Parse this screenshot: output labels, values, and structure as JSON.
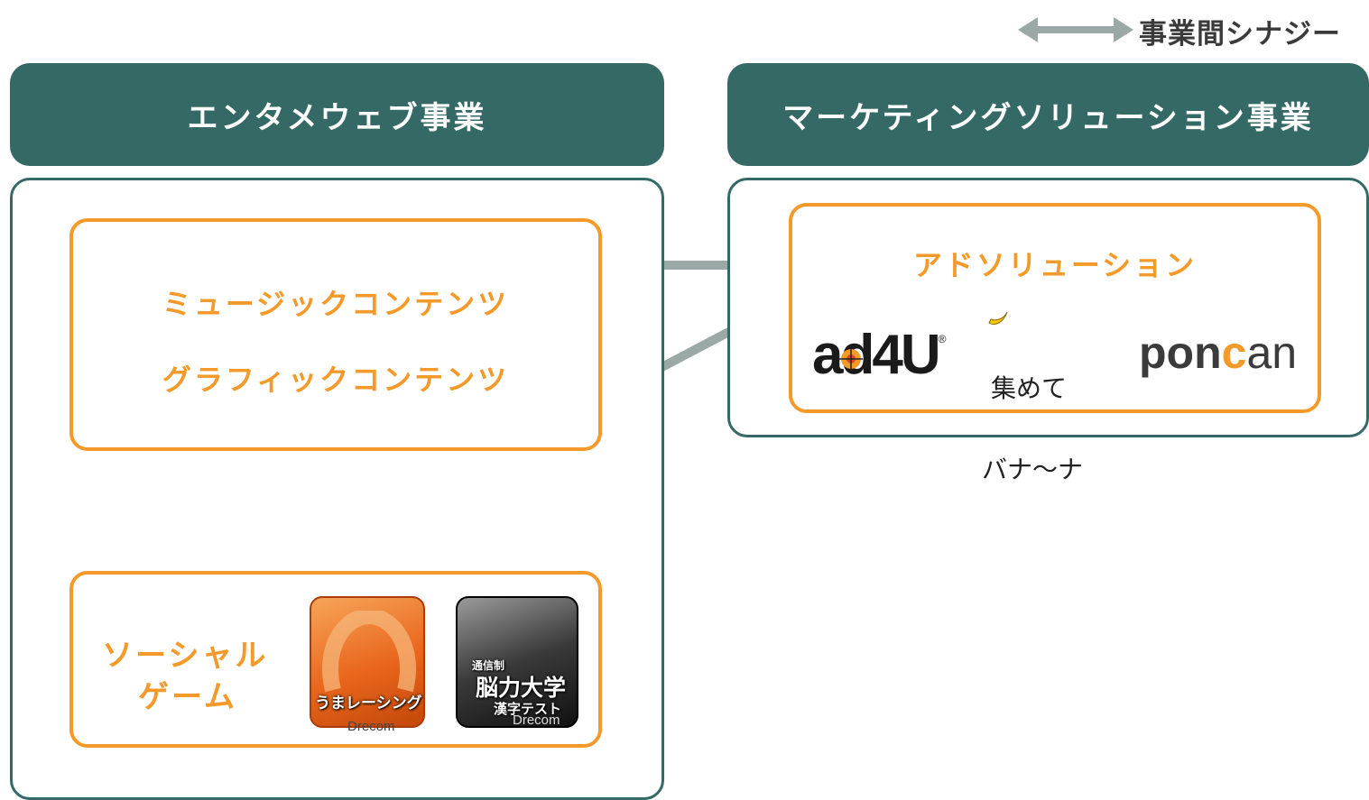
{
  "legend": {
    "label": "事業間シナジー"
  },
  "segments": {
    "entertainment": {
      "title": "エンタメウェブ事業",
      "content_box": {
        "line1": "ミュージックコンテンツ",
        "line2": "グラフィックコンテンツ"
      },
      "social_box": {
        "label_line1": "ソーシャル",
        "label_line2": "ゲーム",
        "games": [
          {
            "title": "うまレーシング",
            "maker": "Drecom"
          },
          {
            "title_small": "通信制",
            "title": "脳力大学",
            "subtitle": "漢字テスト",
            "maker": "Drecom"
          }
        ]
      }
    },
    "marketing": {
      "title": "マーケティングソリューション事業",
      "ad_box": {
        "title": "アドソリューション",
        "logos": {
          "ad4u": "ad4U",
          "ad4u_mark": "®",
          "atsume_line1": "集めて",
          "atsume_line2": "バナ～ナ",
          "poncan_a": "pon",
          "poncan_b": "c",
          "poncan_c": "an"
        }
      }
    }
  },
  "colors": {
    "header_teal": "#346965",
    "accent_orange": "#f39a2b",
    "arrow_gray": "#9aa8a6"
  }
}
